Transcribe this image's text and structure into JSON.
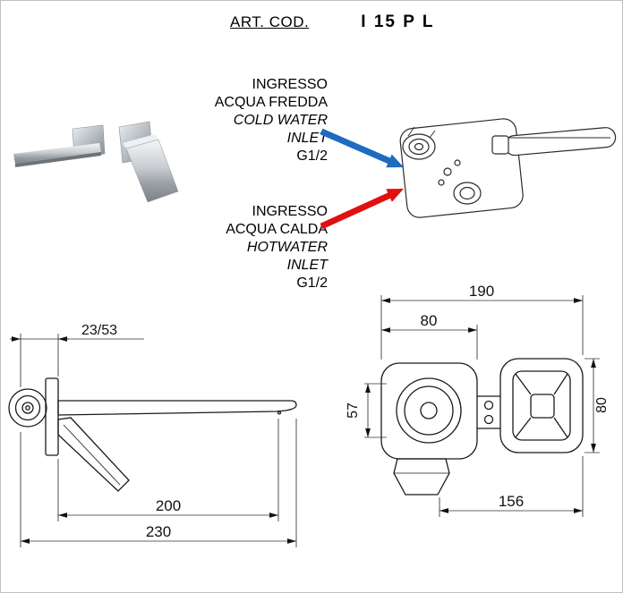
{
  "header": {
    "art_cod_label": "ART. COD.",
    "art_code": "I 15 P L"
  },
  "cold_inlet": {
    "line1": "INGRESSO",
    "line2": "ACQUA FREDDA",
    "line3": "COLD WATER",
    "line4": "INLET",
    "thread": "G1/2",
    "arrow_color": "#1e6bc0"
  },
  "hot_inlet": {
    "line1": "INGRESSO",
    "line2": "ACQUA CALDA",
    "line3": "HOTWATER",
    "line4": "INLET",
    "thread": "G1/2",
    "arrow_color": "#e01010"
  },
  "side_view": {
    "offset": "23/53",
    "reach": "200",
    "total": "230"
  },
  "front_view": {
    "width_total": "190",
    "width_plate": "80",
    "height_valve": "57",
    "height_plate": "80",
    "spacing": "156"
  }
}
